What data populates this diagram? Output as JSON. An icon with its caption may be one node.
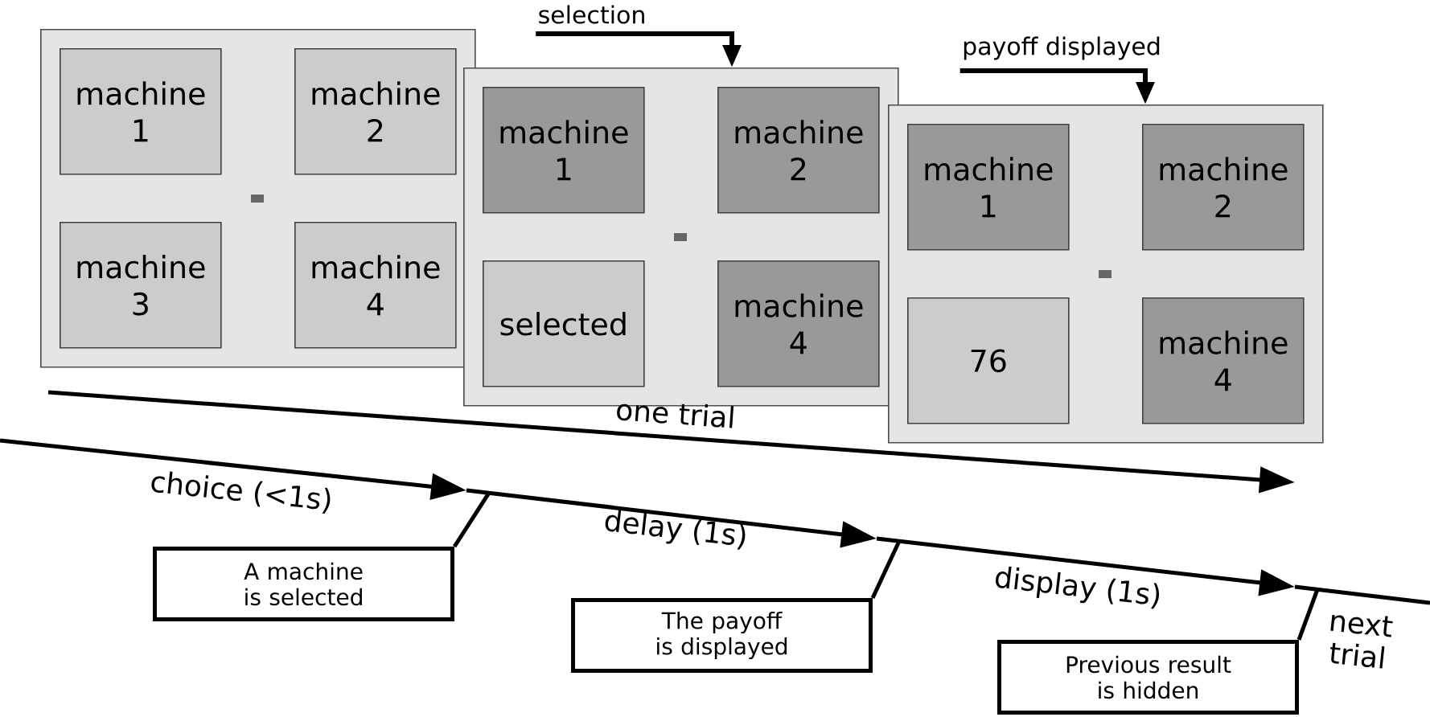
{
  "diagram": {
    "nodes": [
      {
        "text": [],
        "shape": "box"
      },
      {
        "text": [
          "machine 1"
        ],
        "in": 0
      },
      {
        "text": [
          "machine 2"
        ],
        "in": 0
      },
      {
        "text": [
          "machine 3"
        ],
        "in": 0
      },
      {
        "text": [
          "machine 4"
        ],
        "in": 0
      },
      {
        "text": [
          "selection"
        ]
      },
      {
        "text": [],
        "shape": "box"
      },
      {
        "text": [
          "machine 1"
        ],
        "in": 6
      },
      {
        "text": [
          "machine 2"
        ],
        "in": 6
      },
      {
        "text": [
          "selected"
        ],
        "in": 6
      },
      {
        "text": [
          "machine 4"
        ],
        "in": 6
      },
      {
        "text": [
          "payoff displayed"
        ]
      },
      {
        "text": [],
        "shape": "box"
      },
      {
        "text": [
          "machine 1"
        ],
        "in": 12
      },
      {
        "text": [
          "machine 2"
        ],
        "in": 12
      },
      {
        "text": [
          "76"
        ],
        "in": 12
      },
      {
        "text": [
          "machine 4"
        ],
        "in": 12
      },
      {
        "text": [
          "A machine is selected"
        ]
      },
      {
        "text": [
          "The payoff is displayed"
        ]
      },
      {
        "text": [
          "Previous result is hidden"
        ]
      }
    ],
    "edges": [
      {
        "from": 5,
        "to": 6,
        "arrow": "to"
      },
      {
        "from": 11,
        "to": 12,
        "arrow": "to"
      },
      {
        "from": 17,
        "to": null,
        "arrow": "none"
      },
      {
        "from": 18,
        "to": null,
        "arrow": "none"
      },
      {
        "from": 19,
        "to": null,
        "arrow": "none"
      }
    ],
    "labels": [
      "one trial",
      "choice (<1s)",
      "delay (1s)",
      "display (1s)",
      "next trial"
    ]
  }
}
